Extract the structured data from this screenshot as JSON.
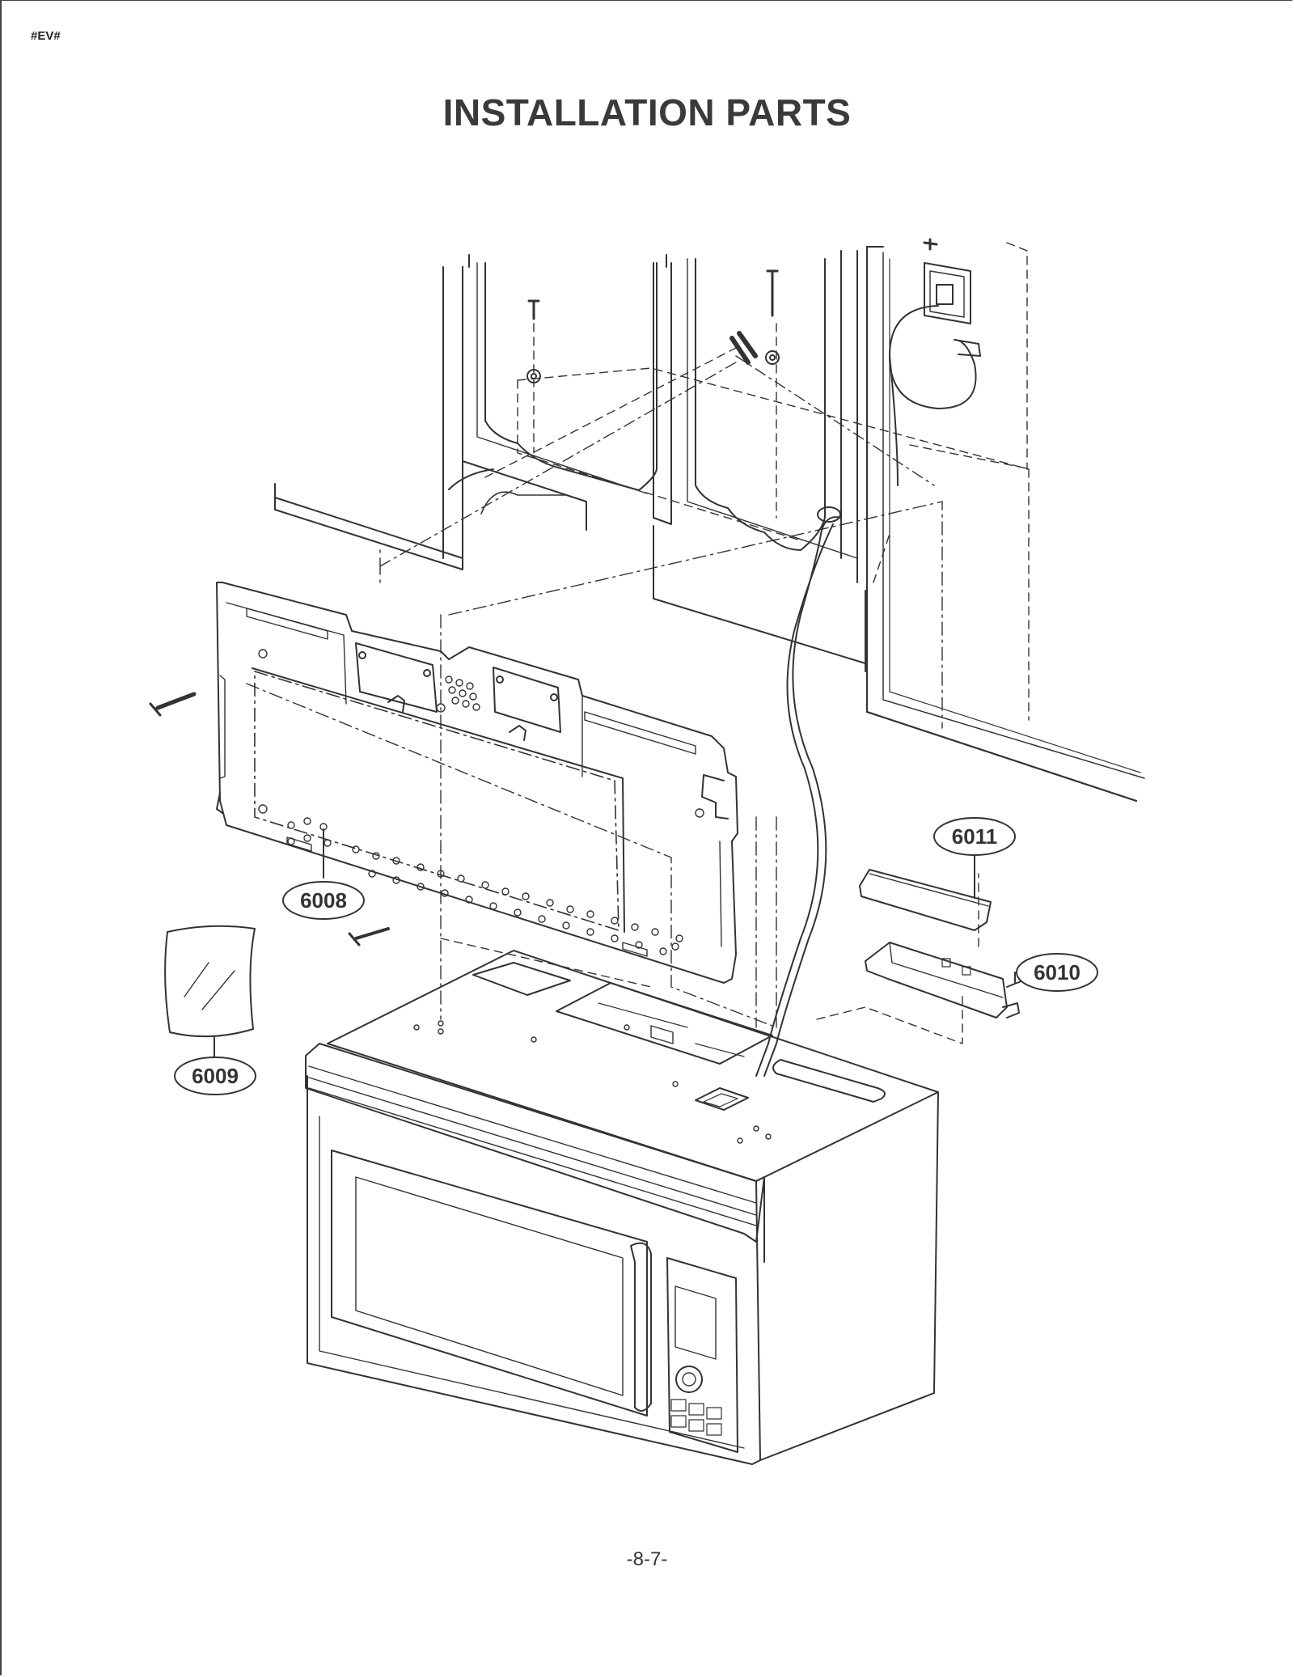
{
  "header": {
    "tag": "#EV#"
  },
  "title": "INSTALLATION PARTS",
  "callouts": [
    {
      "id": "6008",
      "label": "6008"
    },
    {
      "id": "6009",
      "label": "6009"
    },
    {
      "id": "6010",
      "label": "6010"
    },
    {
      "id": "6011",
      "label": "6011"
    }
  ],
  "footer": {
    "page_number": "-8-7-"
  }
}
